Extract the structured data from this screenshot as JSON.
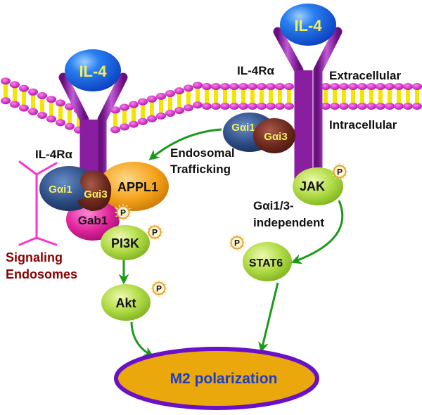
{
  "ligands": {
    "left": "IL-4",
    "right": "IL-4"
  },
  "receptors": {
    "left": "IL-4Rα",
    "right": "IL-4Rα"
  },
  "compartments": {
    "extracellular": "Extracellular",
    "intracellular": "Intracellular"
  },
  "proteins": {
    "gai1_left": "Gαi1",
    "gai3_left": "Gαi3",
    "appl1": "APPL1",
    "gab1": "Gab1",
    "pi3k": "PI3K",
    "akt": "Akt",
    "gai1_right": "Gαi1",
    "gai3_right": "Gαi3",
    "jak": "JAK",
    "stat6": "STAT6"
  },
  "phospho": "P",
  "annotations": {
    "endosomal_1": "Endosomal",
    "endosomal_2": "Trafficking",
    "independent_1": "Gαi1/3-",
    "independent_2": "independent",
    "signaling_1": "Signaling",
    "signaling_2": "Endosomes"
  },
  "outcome": "M2 polarization",
  "colors": {
    "lipid_head": "#d020c8",
    "lipid_tail": "#f4e400",
    "receptor": "#8a1ea0",
    "ligand": "#1f6fe8",
    "ligand_text": "#f2f060",
    "gai1": "#2e4f86",
    "gai3": "#6e2a1e",
    "appl1": "#f5a21a",
    "gab1": "#e0239a",
    "kinase": "#a6d63a",
    "arrow": "#1a9a1a",
    "endosome": "#ff33cc",
    "signaling_text": "#8b0000",
    "outcome_fill": "#eaa80c",
    "outcome_stroke": "#6a10c8",
    "outcome_text": "#1e3ec8"
  }
}
